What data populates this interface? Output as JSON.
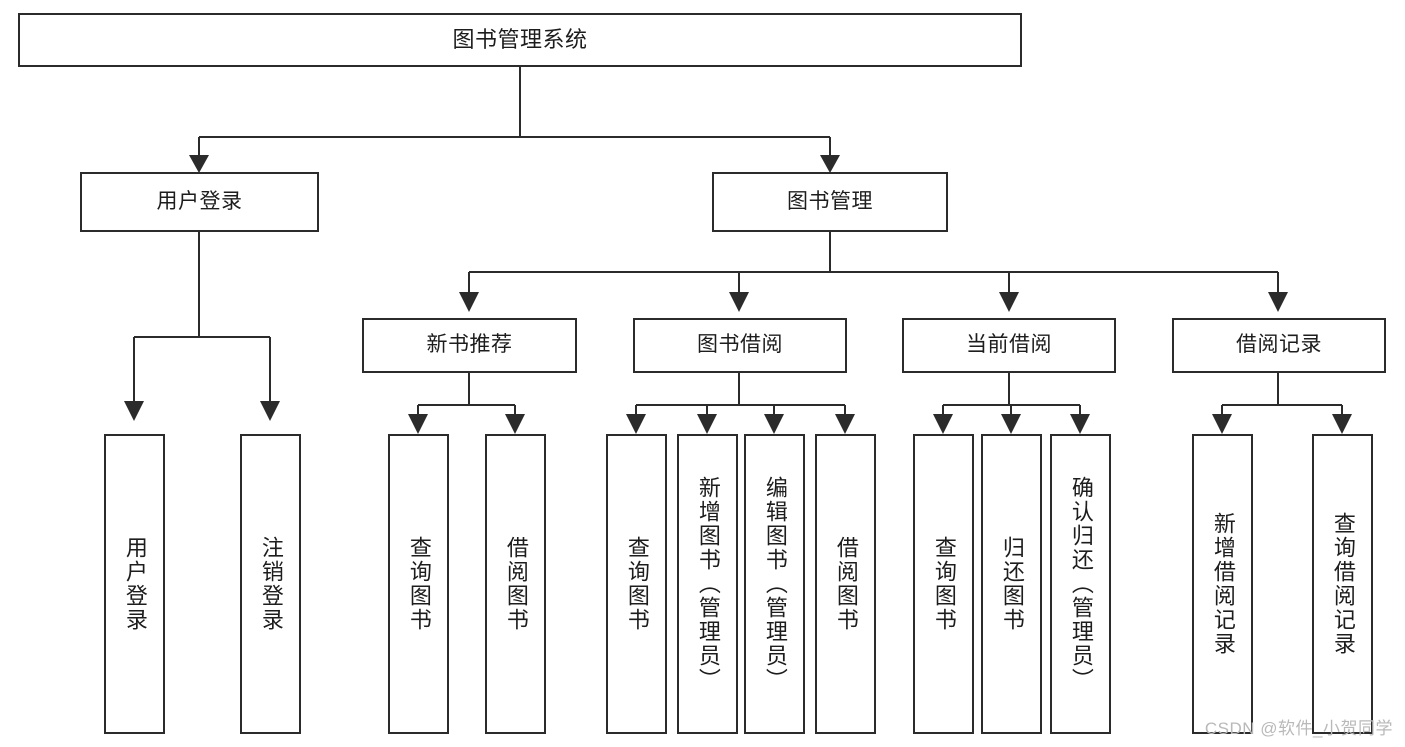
{
  "diagram": {
    "title": "图书管理系统",
    "watermark": "CSDN @软件_小贺同学",
    "line_color": "#2b2b2b",
    "box_fill": "#ffffff",
    "text_color": "#1d1d1d",
    "watermark_color": "#b9b9b9"
  },
  "root": {
    "label": "图书管理系统"
  },
  "level1": [
    {
      "label": "用户登录"
    },
    {
      "label": "图书管理"
    }
  ],
  "level2": [
    {
      "label": "新书推荐"
    },
    {
      "label": "图书借阅"
    },
    {
      "label": "当前借阅"
    },
    {
      "label": "借阅记录"
    }
  ],
  "leaves": {
    "user_login": [
      {
        "label": "用户登录"
      },
      {
        "label": "注销登录"
      }
    ],
    "new_book": [
      {
        "label": "查询图书"
      },
      {
        "label": "借阅图书"
      }
    ],
    "book_borrow": [
      {
        "label": "查询图书"
      },
      {
        "label": "新增图书（管理员）"
      },
      {
        "label": "编辑图书（管理员）"
      },
      {
        "label": "借阅图书"
      }
    ],
    "current_borrow": [
      {
        "label": "查询图书"
      },
      {
        "label": "归还图书"
      },
      {
        "label": "确认归还（管理员）"
      }
    ],
    "borrow_record": [
      {
        "label": "新增借阅记录"
      },
      {
        "label": "查询借阅记录"
      }
    ]
  }
}
